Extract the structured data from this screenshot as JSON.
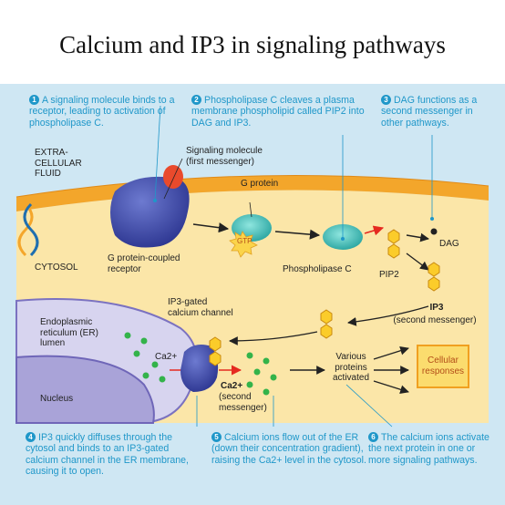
{
  "title": "Calcium and IP3 in signaling pathways",
  "steps": [
    {
      "num": "1",
      "text": "A signaling molecule binds to a receptor, leading to activation of phospholipase C."
    },
    {
      "num": "2",
      "text": "Phospholipase C cleaves a plasma membrane phospholipid called PIP2 into DAG and IP3."
    },
    {
      "num": "3",
      "text": "DAG functions as a second messenger in other pathways."
    },
    {
      "num": "4",
      "text": "IP3 quickly diffuses through the cytosol and binds to an IP3-gated calcium channel in the ER membrane, causing it to open."
    },
    {
      "num": "5",
      "text": "Calcium ions flow out of the ER (down their concentration gradient), raising the Ca2+ level in the cytosol."
    },
    {
      "num": "6",
      "text": "The calcium ions activate the next protein in one or more signaling pathways."
    }
  ],
  "labels": {
    "extracellular": "EXTRA-\nCELLULAR\nFLUID",
    "cytosol": "CYTOSOL",
    "signaling_molecule": "Signaling molecule\n(first messenger)",
    "g_protein": "G protein",
    "gtp": "GTP",
    "gpcr": "G protein-coupled\nreceptor",
    "phospholipase": "Phospholipase C",
    "dag": "DAG",
    "pip2": "PIP2",
    "ip3": "IP3",
    "second_messenger": "(second messenger)",
    "ip3_channel": "IP3-gated\ncalcium channel",
    "er_lumen": "Endoplasmic\nreticulum (ER)\nlumen",
    "nucleus": "Nucleus",
    "ca_ion": "Ca2+",
    "ca_main": "Ca2+",
    "ca_sub": "(second\nmessenger)",
    "various_proteins": "Various\nproteins\nactivated",
    "cellular_responses": "Cellular\nresponses"
  },
  "colors": {
    "title": "#111111",
    "note_text": "#1f97c9",
    "membrane": "#f3a62b",
    "cytosol": "#fbe6a8",
    "extracellular": "#cfe7f3",
    "receptor": "#3f4aa5",
    "g_protein": "#4cc7c0",
    "calcium": "#33b34a",
    "arrow": "#e52a20",
    "ip3": "#fbcc2a"
  },
  "icons": [
    "logo-icon"
  ]
}
